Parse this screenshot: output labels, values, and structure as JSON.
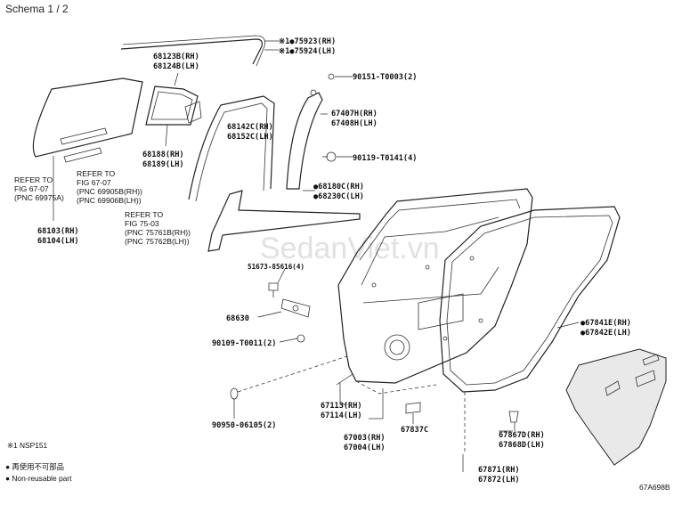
{
  "header": {
    "title": "Schema 1 / 2"
  },
  "watermark": "SedanViet.vn",
  "parts": {
    "p75923": "※1●75923(RH)",
    "p75924": "※1●75924(LH)",
    "p68123B": "68123B(RH)",
    "p68124B": "68124B(LH)",
    "p90151": "90151-T0003(2)",
    "p68142C": "68142C(RH)",
    "p68152C": "68152C(LH)",
    "p67407H": "67407H(RH)",
    "p67408H": "67408H(LH)",
    "p68188": "68188(RH)",
    "p68189": "68189(LH)",
    "p90119": "90119-T0141(4)",
    "p68180C": "●68180C(RH)",
    "p68230C": "●68230C(LH)",
    "p68103": "68103(RH)",
    "p68104": "68104(LH)",
    "p51673": "51673-85616(4)",
    "p68630": "68630",
    "p90109": "90109-T0011(2)",
    "p67841E": "●67841E(RH)",
    "p67842E": "●67842E(LH)",
    "p67113": "67113(RH)",
    "p67114": "67114(LH)",
    "p67003": "67003(RH)",
    "p67004": "67004(LH)",
    "p67837C": "67837C",
    "p90950": "90950-06105(2)",
    "p67867D": "67867D(RH)",
    "p67868D": "67868D(LH)",
    "p67871": "67871(RH)",
    "p67872": "67872(LH)"
  },
  "refs": {
    "ref1_line1": "REFER TO",
    "ref1_line2": "FIG 67-07",
    "ref1_line3": "(PNC 69975A)",
    "ref2_line1": "REFER TO",
    "ref2_line2": "FIG 67-07",
    "ref2_line3": "(PNC 69905B(RH))",
    "ref2_line4": "(PNC 69906B(LH))",
    "ref3_line1": "REFER TO",
    "ref3_line2": "FIG 75-03",
    "ref3_line3": "(PNC 75761B(RH))",
    "ref3_line4": "(PNC 75762B(LH))"
  },
  "notes": {
    "nsp": "※1 NSP151",
    "reuse_jp": "● 再使用不可部品",
    "reuse_en": "● Non-reusable part",
    "code": "67A698B"
  }
}
